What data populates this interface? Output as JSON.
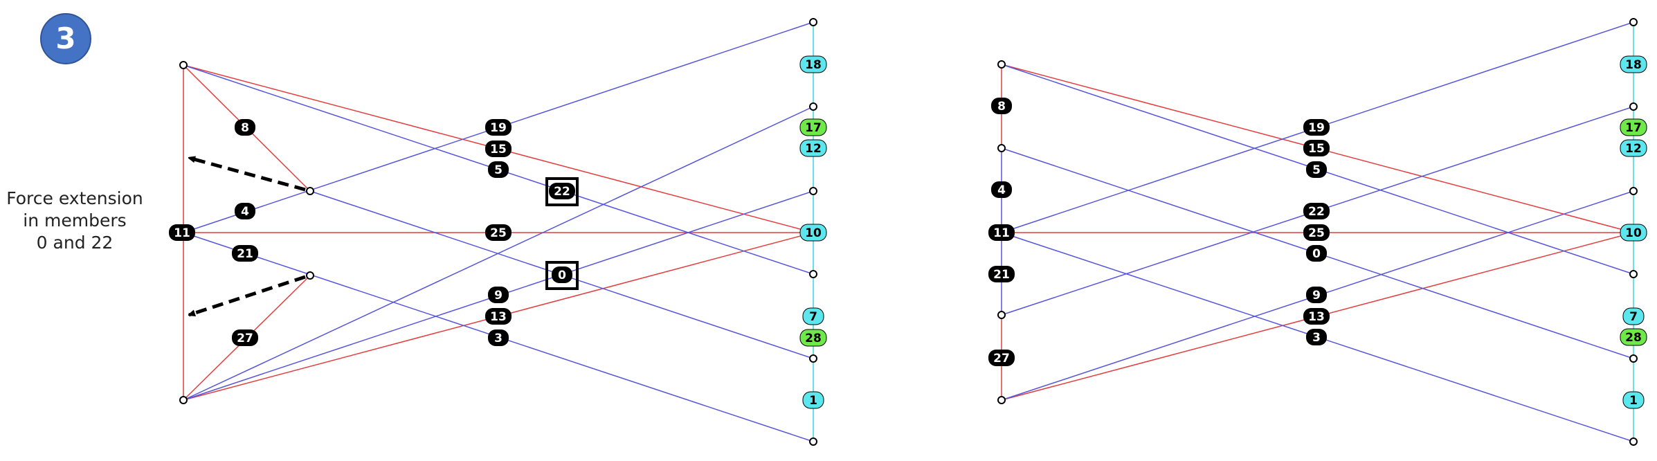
{
  "step_badge": "3",
  "caption": {
    "lines": [
      "Force extension",
      "in members",
      "0 and 22"
    ]
  },
  "colors": {
    "badge_fill": "#4472c4",
    "member_blue": "#5555dd",
    "member_red": "#e43d3d",
    "member_cyan": "#39d6e0",
    "label_black": "#000000",
    "label_cyan": "#5ce6ee",
    "label_green": "#6fe84a",
    "arrow": "#000000"
  },
  "panels": [
    {
      "name": "left",
      "highlighted_members": [
        "0",
        "22"
      ],
      "has_force_arrows": true
    },
    {
      "name": "right",
      "highlighted_members": [],
      "has_force_arrows": false
    }
  ],
  "member_labels": {
    "black": [
      "8",
      "4",
      "11",
      "21",
      "27",
      "19",
      "15",
      "5",
      "22",
      "25",
      "0",
      "9",
      "13",
      "3"
    ],
    "cyan": [
      "18",
      "12",
      "10",
      "7",
      "1"
    ],
    "green": [
      "17",
      "28"
    ]
  }
}
